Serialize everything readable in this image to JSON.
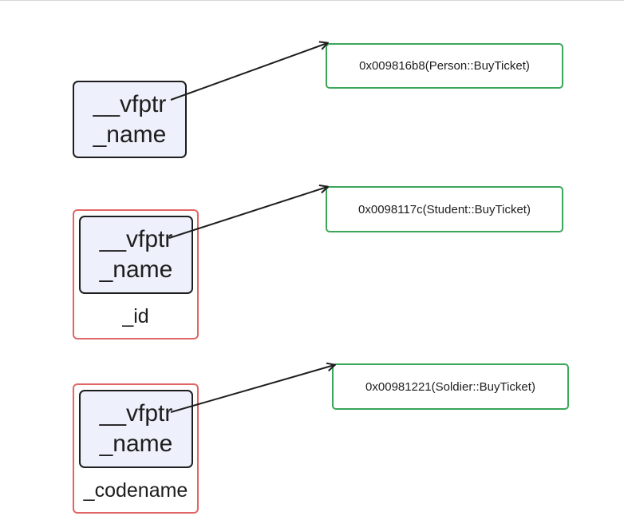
{
  "person": {
    "fields": [
      "__vfptr",
      "_name"
    ],
    "vtable_entry": "0x009816b8(Person::BuyTicket)"
  },
  "student": {
    "fields": [
      "__vfptr",
      "_name"
    ],
    "extra_field": "_id",
    "vtable_entry": "0x0098117c(Student::BuyTicket)"
  },
  "soldier": {
    "fields": [
      "__vfptr",
      "_name"
    ],
    "extra_field": "_codename",
    "vtable_entry": "0x00981221(Soldier::BuyTicket)"
  },
  "colors": {
    "object_border": "#1e1e1e",
    "object_fill": "#eef1fb",
    "derived_border": "#e06666",
    "vtable_border": "#3aa65a",
    "arrow": "#1e1e1e"
  }
}
